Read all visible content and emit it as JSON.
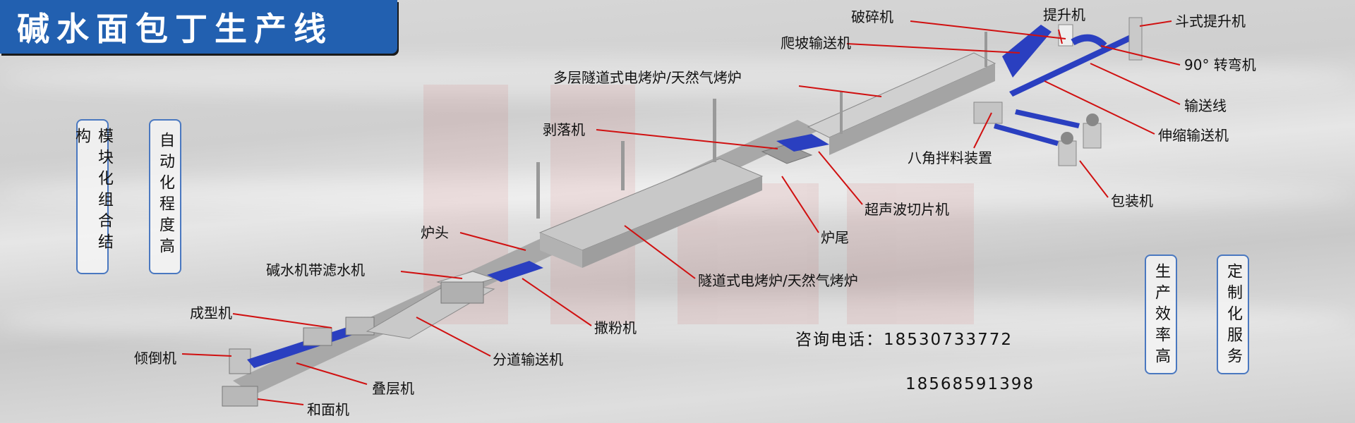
{
  "title": "碱水面包丁生产线",
  "features_left": [
    "模块化组合结构",
    "自动化程度高"
  ],
  "features_right": [
    "生产效率高",
    "定制化服务"
  ],
  "contact": {
    "label": "咨询电话：18530733772",
    "phone2": "18568591398"
  },
  "labels": [
    {
      "id": "crusher",
      "text": "破碎机"
    },
    {
      "id": "elevator",
      "text": "提升机"
    },
    {
      "id": "bucket-elevator",
      "text": "斗式提升机"
    },
    {
      "id": "incline-conveyor",
      "text": "爬坡输送机"
    },
    {
      "id": "turn-90",
      "text": "90° 转弯机"
    },
    {
      "id": "multi-oven",
      "text": "多层隧道式电烤炉/天然气烤炉"
    },
    {
      "id": "conveyor-line",
      "text": "输送线"
    },
    {
      "id": "peeler",
      "text": "剥落机"
    },
    {
      "id": "telescopic-conveyor",
      "text": "伸缩输送机"
    },
    {
      "id": "octagon-mixer",
      "text": "八角拌料装置"
    },
    {
      "id": "packer",
      "text": "包装机"
    },
    {
      "id": "ultrasonic-slicer",
      "text": "超声波切片机"
    },
    {
      "id": "oven-head",
      "text": "炉头"
    },
    {
      "id": "oven-tail",
      "text": "炉尾"
    },
    {
      "id": "alkali-machine",
      "text": "碱水机带滤水机"
    },
    {
      "id": "tunnel-oven",
      "text": "隧道式电烤炉/天然气烤炉"
    },
    {
      "id": "forming",
      "text": "成型机"
    },
    {
      "id": "duster",
      "text": "撒粉机"
    },
    {
      "id": "tipper",
      "text": "倾倒机"
    },
    {
      "id": "lane-conveyor",
      "text": "分道输送机"
    },
    {
      "id": "laminator",
      "text": "叠层机"
    },
    {
      "id": "dough-mixer",
      "text": "和面机"
    }
  ],
  "colors": {
    "accent": "#2260b0",
    "leader": "#d01010",
    "belt": "#2a3fc0"
  }
}
